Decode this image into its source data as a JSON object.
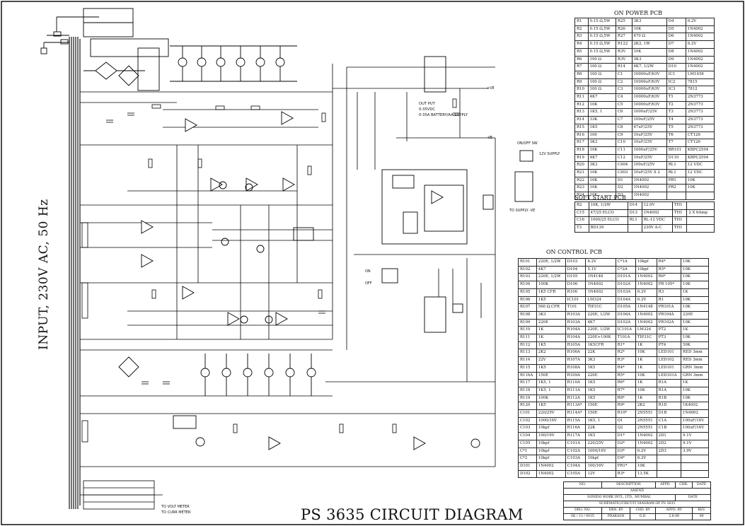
{
  "title": "PS 3635 CIRCUIT DIAGRAM",
  "input_label": "INPUT, 230V AC, 50 Hz",
  "output_text": [
    "OUT PUT",
    "0-35VDC",
    "0-35A BATTERY/AA SUPPLY"
  ],
  "connector_labels": {
    "plus_ve": "+VE",
    "minus_ve": "-VE",
    "on_off_sw": "ON/OFF SW",
    "supply_12v": "12V SUPPLY",
    "on": "ON",
    "off": "OFF",
    "to_supply_ve": "TO SUPPLY -VE",
    "to_volt_meter": "TO VOLT METER",
    "to_curr_meter": "TO CURR METER"
  },
  "on_power_pcb": {
    "title": "ON POWER PCB",
    "rows": [
      [
        "R1",
        "0.15 Ω,5W",
        "R25",
        "3K3",
        "D4",
        "6.2V"
      ],
      [
        "R2",
        "0.15 Ω,5W",
        "R26",
        "10K",
        "D5",
        "1N4002"
      ],
      [
        "R3",
        "0.15 Ω,5W",
        "R27",
        "470 Ω",
        "D6",
        "1N4002"
      ],
      [
        "R4",
        "0.15 Ω,5W",
        "R122",
        "2K2, 1W",
        "D7",
        "6.2V"
      ],
      [
        "R5",
        "0.15 Ω,5W",
        "R3V",
        "10K",
        "D8",
        "1N4002"
      ],
      [
        "R6",
        "100 Ω",
        "R3V",
        "3K3",
        "D9",
        "1N4002"
      ],
      [
        "R7",
        "100 Ω",
        "R14",
        "4K7, 1/2W",
        "D10",
        "1N4002"
      ],
      [
        "R8",
        "100 Ω",
        "C1",
        "10000uF/63V",
        "IC1",
        "LM1458"
      ],
      [
        "R9",
        "100 Ω",
        "C2",
        "10000uF/63V",
        "IC2",
        "7815"
      ],
      [
        "R10",
        "100 Ω",
        "C3",
        "10000uF/63V",
        "IC3",
        "7812"
      ],
      [
        "R11",
        "4K7",
        "C4",
        "10000uF/63V",
        "T1",
        "2N3773"
      ],
      [
        "R12",
        "10K",
        "C5",
        "10000uF/63V",
        "T2",
        "2N3773"
      ],
      [
        "R13",
        "1K5, 1",
        "C6",
        "1000uF/25V",
        "T3",
        "2N3773"
      ],
      [
        "R14",
        "33K",
        "C7",
        "100uF/25V",
        "T4",
        "2N3773"
      ],
      [
        "R15",
        "1K5",
        "C8",
        "47uF/25V",
        "T5",
        "2N3773"
      ],
      [
        "R16",
        "100",
        "C9",
        "10uF/25V",
        "T6",
        "CT126"
      ],
      [
        "R17",
        "3K3",
        "C10",
        "10uF/25V",
        "T7",
        "CT126"
      ],
      [
        "R18",
        "10K",
        "C11",
        "1000uF/25V",
        "BR101",
        "KBPC2504"
      ],
      [
        "R19",
        "4K7",
        "C12",
        "10uF/25V",
        "D110",
        "KBPC2504"
      ],
      [
        "R20",
        "3K3",
        "C404",
        "100uF/25V",
        "RL1",
        "12 VDC"
      ],
      [
        "R21",
        "10K",
        "C403",
        "10uF/25V X 2",
        "RL1",
        "12 VDC"
      ],
      [
        "R22",
        "10K",
        "D1",
        "1N4002",
        "PR1",
        "10K"
      ],
      [
        "R23",
        "10K",
        "D2",
        "1N4002",
        "PR2",
        "10K"
      ],
      [
        "R24",
        "10K",
        "D3",
        "1N4002",
        "",
        ""
      ]
    ]
  },
  "soft_start_pcb": {
    "title": "SOFT START PCB",
    "rows": [
      [
        "R2",
        "10K, 1/2W",
        "D14",
        "12.0V",
        "TH1",
        ""
      ],
      [
        "C15",
        "47/25 ELCO",
        "D13",
        "1N4002",
        "TH1",
        "2 X 6Amp"
      ],
      [
        "C16",
        "1000/25 ELCO",
        "RL1",
        "RL-12 VDC",
        "TH1",
        ""
      ],
      [
        "T3",
        "BD139",
        "",
        "230V A-C",
        "TH1",
        ""
      ]
    ]
  },
  "on_control_pcb": {
    "title": "ON CONTROL PCB",
    "rows": [
      [
        "R101",
        "220E, 1/2W",
        "D103",
        "6.2V",
        "C*1A",
        "10kpf",
        "R4*",
        "10K"
      ],
      [
        "R102",
        "4K7",
        "D104",
        "5.1V",
        "C*2A",
        "10kpf",
        "R5*",
        "10K"
      ],
      [
        "R103",
        "220E, 1/2W",
        "D105",
        "1N4148",
        "D101A",
        "1N4002",
        "R6*",
        "10K"
      ],
      [
        "R104",
        "100K",
        "D106",
        "1N4002",
        "D102A",
        "1N4002",
        "PR 105*",
        "10K"
      ],
      [
        "R105",
        "1K5 CFR",
        "R106",
        "1N4002",
        "D103A",
        "6.2V",
        "R3",
        "1K"
      ],
      [
        "R106",
        "1K5",
        "IC101",
        "LM324",
        "D104A",
        "6.2V",
        "R1",
        "10K"
      ],
      [
        "R107",
        "560 Ω,CFR",
        "T101",
        "TIP31C",
        "D105A",
        "1N4148",
        "PR101A",
        "10K"
      ],
      [
        "R108",
        "3K3",
        "R103A",
        "220E, 1/2W",
        "D106A",
        "1N4002",
        "PR104A",
        "220E"
      ],
      [
        "R109",
        "220E",
        "R103A",
        "4K7",
        "D102A",
        "1N4002",
        "PR102A",
        "10K"
      ],
      [
        "R110",
        "1K",
        "R104A",
        "220E, 1/2W",
        "IC101A",
        "LM324",
        "PT2",
        "1K"
      ],
      [
        "R111",
        "1K",
        "R104A",
        "220E+100K",
        "T101A",
        "TIP31C",
        "PT3",
        "10K"
      ],
      [
        "R112",
        "1K5",
        "R105A",
        "1K5CFR",
        "R1*",
        "1K",
        "PT4",
        "50K"
      ],
      [
        "R113",
        "2K2",
        "R106A",
        "22K",
        "R2*",
        "10K",
        "LED101",
        "RED 3mm"
      ],
      [
        "R114",
        "22V",
        "R107A",
        "3K3",
        "R3*",
        "1K",
        "LED102",
        "RED 3mm"
      ],
      [
        "R115",
        "1K5",
        "R108A",
        "1K5",
        "R4*",
        "1K",
        "LED101",
        "GRN 3mm"
      ],
      [
        "R116A",
        "150E",
        "R109A",
        "220E",
        "R5*",
        "10K",
        "LED101A",
        "GRN 3mm"
      ],
      [
        "R117",
        "1K5, 1",
        "R110A",
        "1K5",
        "R6*",
        "1K",
        "R1A",
        "1K"
      ],
      [
        "R118",
        "1K5, 1",
        "R111A",
        "1K5",
        "R7*",
        "10K",
        "R1A",
        "10K"
      ],
      [
        "R119",
        "100K",
        "R112A",
        "1K5",
        "R8*",
        "1K",
        "R1B",
        "10K"
      ],
      [
        "R120",
        "1K5",
        "R113A*",
        "150E",
        "R9*",
        "2K2",
        "R1D",
        "1K4002"
      ],
      [
        "C101",
        "220/25V",
        "R114A*",
        "150E",
        "R10*",
        "2N5551",
        "D1B",
        "1N4002"
      ],
      [
        "C102",
        "1000/16V",
        "R115A",
        "1K5, 1",
        "Q1",
        "2N5551",
        "C1A",
        "100uF/16V"
      ],
      [
        "C103",
        "10kpf",
        "R116A",
        "22K",
        "Q2",
        "2N5551",
        "C1B",
        "100uF/16V"
      ],
      [
        "C104",
        "100/16V",
        "R117A",
        "1K5",
        "D1*",
        "1N4002",
        "2D1",
        "9.1V"
      ],
      [
        "C105",
        "10kpf",
        "C101A",
        "220/25V",
        "D2*",
        "1N4002",
        "2D2",
        "9.1V"
      ],
      [
        "C*1",
        "10kpf",
        "C102A",
        "1000/16V",
        "D3*",
        "6.2V",
        "2D3",
        "3.9V"
      ],
      [
        "C*2",
        "10kpf",
        "C103A",
        "10kpf",
        "D4*",
        "6.2V",
        "",
        ""
      ],
      [
        "D101",
        "1N4002",
        "C104A",
        "100/16V",
        "PR1*",
        "10K",
        "",
        ""
      ],
      [
        "D102",
        "1N4002",
        "C105A",
        "12V",
        "R3*",
        "13.5K",
        "",
        ""
      ]
    ]
  },
  "title_block": {
    "header_row": [
      "NO.",
      "DESCRIPTION",
      "APPD.",
      "CHK.",
      "DATE"
    ],
    "company_row1": "AMEND",
    "company_row2": "SONIDO WORK INTL. LTD., MUMBAI.",
    "date_label": "DATE",
    "schematic_label": "SCHEMATIC/CIRCUIT DIAGRAM OF PS 3635",
    "label_row": [
      "DRG. NO.",
      "DRN. BY",
      "CHD. BY",
      "APPD. BY",
      "REV."
    ],
    "value_row": [
      "SK / 13 / 0035",
      "PRAKASH",
      "G.D.",
      "2.8.08",
      "00"
    ]
  }
}
